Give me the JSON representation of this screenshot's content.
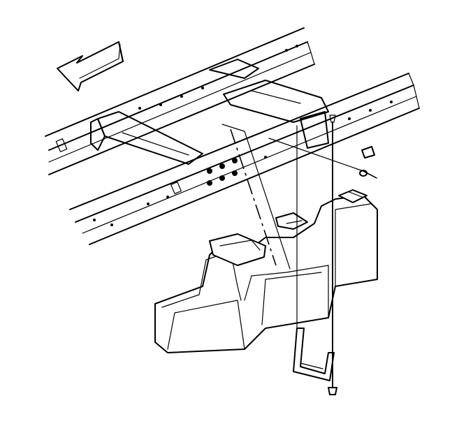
{
  "diagram": {
    "type": "exploded-assembly-illustration",
    "components": [
      {
        "id": "direction-arrow",
        "icon": "front-direction-arrow-icon"
      },
      {
        "id": "frame-rail-rear",
        "icon": "frame-rail"
      },
      {
        "id": "frame-rail-front",
        "icon": "frame-rail"
      },
      {
        "id": "frame-crossmember",
        "icon": "crossmember"
      },
      {
        "id": "fuel-tank",
        "icon": "fuel-tank"
      },
      {
        "id": "tank-strap",
        "icon": "strap"
      },
      {
        "id": "mounting-bolt",
        "icon": "bolt"
      },
      {
        "id": "strap-nut",
        "icon": "nut"
      },
      {
        "id": "nut-washer",
        "icon": "washer"
      }
    ],
    "colors": {
      "line": "#000000",
      "background": "#ffffff"
    }
  }
}
